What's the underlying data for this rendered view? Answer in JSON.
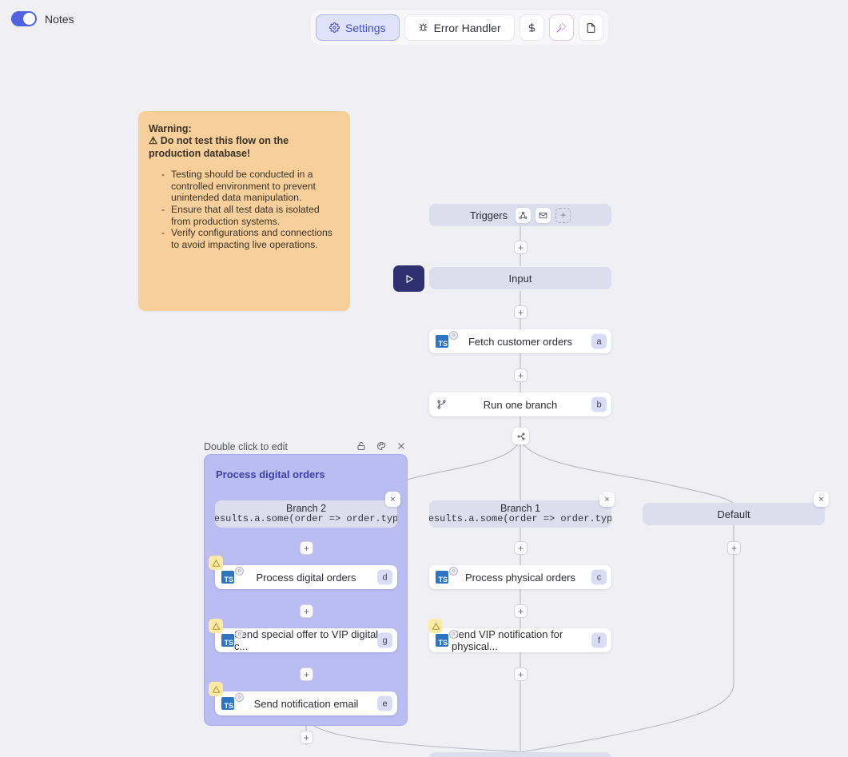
{
  "topbar": {
    "notes_label": "Notes",
    "notes_toggle_on": true,
    "buttons": [
      {
        "label": "Settings",
        "icon": "gear-icon",
        "active": true
      },
      {
        "label": "Error Handler",
        "icon": "bug-icon",
        "active": false
      },
      {
        "label": "$",
        "icon": "dollar-icon",
        "active": false
      },
      {
        "label": "",
        "icon": "magic-wand-icon",
        "active": false
      },
      {
        "label": "",
        "icon": "file-icon",
        "active": false
      }
    ]
  },
  "note": {
    "title": "Warning:",
    "headline": "Do not test this flow on the production database!",
    "warning_glyph": "⚠",
    "items": [
      "Testing should be conducted in a controlled environment to prevent unintended data manipulation.",
      "Ensure that all test data is isolated from production systems.",
      "Verify configurations and connections to avoid impacting live operations."
    ]
  },
  "canvas": {
    "triggers": {
      "label": "Triggers",
      "icons": [
        "webhook-icon",
        "envelope-icon"
      ],
      "add_label": "+"
    },
    "input": {
      "label": "Input"
    },
    "run_button_icon": "play-icon",
    "nodes": [
      {
        "label": "Fetch customer orders",
        "letter": "a",
        "icon": "typescript-icon",
        "warning": false
      },
      {
        "label": "Run one branch",
        "letter": "b",
        "icon": "branch-icon",
        "warning": false
      }
    ],
    "group": {
      "hint": "Double click to edit",
      "title": "Process digital orders",
      "tools": [
        "lock-icon",
        "palette-icon",
        "close-icon"
      ]
    },
    "branches": [
      {
        "name": "Branch 2",
        "expression": "results.a.some(order => order.type"
      },
      {
        "name": "Branch 1",
        "expression": "results.a.some(order => order.type"
      },
      {
        "name": "Default",
        "expression": ""
      }
    ],
    "branch2_nodes": [
      {
        "label": "Process digital orders",
        "letter": "d",
        "icon": "typescript-icon",
        "warning": true
      },
      {
        "label": "Send special offer to VIP digital c...",
        "letter": "g",
        "icon": "typescript-icon",
        "warning": true
      },
      {
        "label": "Send notification email",
        "letter": "e",
        "icon": "typescript-icon",
        "warning": true
      }
    ],
    "branch1_nodes": [
      {
        "label": "Process physical orders",
        "letter": "c",
        "icon": "typescript-icon",
        "warning": false
      },
      {
        "label": "Send VIP notification for physical...",
        "letter": "f",
        "icon": "typescript-icon",
        "warning": true
      }
    ],
    "add_label": "+",
    "close_label": "×",
    "ts_label": "TS"
  },
  "colors": {
    "canvas_bg": "#f0f0f4",
    "accent": "#4f63e0",
    "note_bg": "#f8cf9b",
    "group_bg": "#b9bdf2",
    "pill_bg": "#dcdded",
    "play_bg": "#2d3170",
    "magic": "#b14fdb"
  }
}
